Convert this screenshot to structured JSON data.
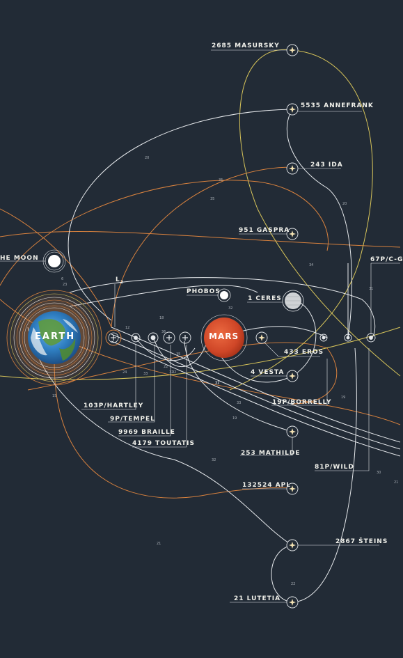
{
  "planets": {
    "earth": "EARTH",
    "mars": "MARS",
    "moon": "HE MOON",
    "l2": "L",
    "l2_sub": "2"
  },
  "targets": {
    "masursky": "2685 MASURSKY",
    "annefrank": "5535 ANNEFRANK",
    "ida": "243 IDA",
    "gaspra": "951 GASPRA",
    "phobos": "PHOBOS",
    "ceres": "1 CERES",
    "cg": "67P/C-G",
    "eros": "433 EROS",
    "vesta": "4 VESTA",
    "borrelly": "19P/BORRELLY",
    "hartley": "103P/HARTLEY",
    "tempel": "9P/TEMPEL",
    "braille": "9969 BRAILLE",
    "toutatis": "4179 TOUTATIS",
    "mathilde": "253 MATHILDE",
    "wild": "81P/WILD",
    "apl": "132524 APL",
    "steins": "2867 ŠTEINS",
    "lutetia": "21 LUTETIA"
  },
  "mission_numbers": [
    "20",
    "20",
    "35",
    "35",
    "34",
    "32",
    "32",
    "24",
    "18",
    "33",
    "32",
    "22",
    "33",
    "19",
    "19",
    "33",
    "32",
    "30",
    "31",
    "21",
    "22",
    "23",
    "31",
    "36",
    "35",
    "12",
    "6",
    "15",
    "21"
  ],
  "colors": {
    "background": "#222b36",
    "white_orbit": "#e6e9ec",
    "orange_orbit": "#d9823e",
    "yellow_orbit": "#d8c55a",
    "mars": "#d24a2c",
    "label": "#f0f0ea"
  }
}
